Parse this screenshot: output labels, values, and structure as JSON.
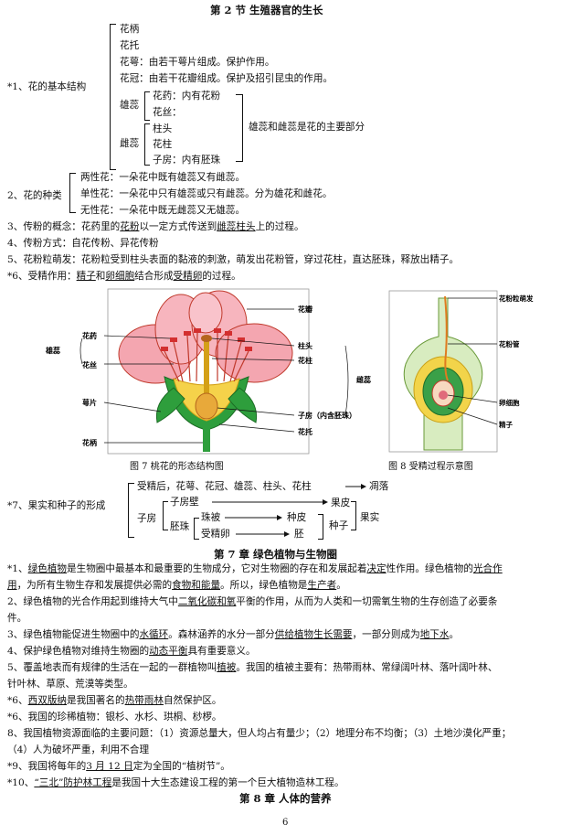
{
  "section_title": "第 2 节   生殖器官的生长",
  "flower_structure": {
    "label": "*1、花的基本结构",
    "items": [
      "花柄",
      "花托",
      "花萼：由若干萼片组成。保护作用。",
      "花冠：由若干花瓣组成。保护及招引昆虫的作用。"
    ],
    "stamen": {
      "label": "雄蕊",
      "parts": [
        "花药：内有花粉",
        "花丝："
      ]
    },
    "pistil": {
      "label": "雌蕊",
      "parts": [
        "柱头",
        "花柱",
        "子房：内有胚珠"
      ]
    },
    "main_parts_note": "雄蕊和雌蕊是花的主要部分"
  },
  "flower_types": {
    "label": "2、花的种类",
    "items": [
      "两性花：一朵花中既有雄蕊又有雌蕊。",
      "单性花：一朵花中只有雄蕊或只有雌蕊。分为雄花和雌花。",
      "无性花：一朵花中既无雌蕊又无雄蕊。"
    ]
  },
  "pollination_concept": {
    "pre": "3、传粉的概念：花药里的",
    "u1": "花粉",
    "mid": "以一定方式传送到",
    "u2": "雌蕊柱头",
    "post": "上的过程。"
  },
  "pollination_methods": "4、传粉方式：自花传粉、异花传粉",
  "germination": "5、花粉粒萌发：花粉粒受到柱头表面的黏液的刺激，萌发出花粉管，穿过花柱，直达胚珠，释放出精子。",
  "fertilization": {
    "pre": "*6、受精作用：",
    "u1": "精子",
    "mid1": "和",
    "u2": "卵细胞",
    "mid2": "结合形成",
    "u3": "受精卵",
    "post": "的过程。"
  },
  "figure7": {
    "caption": "图 7   桃花的形态结构图",
    "labels": {
      "anther": "花药",
      "stamen": "雄蕊",
      "filament": "花丝",
      "sepal": "萼片",
      "pedicel": "花柄",
      "petal": "花瓣",
      "stigma": "柱头",
      "style": "花柱",
      "pistil": "雌蕊",
      "ovary": "子房（内含胚珠）",
      "receptacle": "花托"
    }
  },
  "figure8": {
    "caption": "图 8   受精过程示意图",
    "labels": {
      "pollen_germ": "花粉粒萌发",
      "pollen_tube": "花粉管",
      "egg": "卵细胞",
      "sperm": "精子"
    }
  },
  "fruit_seed": {
    "label": "*7、果实和种子的形成",
    "row1": "受精后，花萼、花冠、雄蕊、柱头、花柱",
    "wilt": "凋落",
    "ovary": "子房",
    "ovary_wall": "子房壁",
    "pericarp": "果皮",
    "fruit": "果实",
    "ovule": "胚珠",
    "integument": "珠被",
    "seed_coat": "种皮",
    "seed": "种子",
    "zygote": "受精卵",
    "embryo": "胚"
  },
  "chapter7_title": "第 7 章   绿色植物与生物圈",
  "ch7": {
    "p1_a": "*1、",
    "p1_u1": "绿色植物",
    "p1_b": "是生物圈中最基本和最重要的生物成分，它对生物圈的存在和发展起着",
    "p1_u2": "决定",
    "p1_c": "性作用。绿色植物的",
    "p1_u3": "光合作",
    "p1_u4": "用",
    "p1_d": "，为所有生物生存和发展提供必需的",
    "p1_u5": "食物和能量",
    "p1_e": "。所以，绿色植物是",
    "p1_u6": "生产者",
    "p1_f": "。",
    "p2_a": "2、绿色植物的光合作用起到维持大气中",
    "p2_u1": "二氧化碳和氧",
    "p2_b": "平衡的作用，从而为人类和一切需氧生物的生存创造了必要条",
    "p2_c": "件。",
    "p3_a": "3、绿色植物能促进生物圈中的",
    "p3_u1": "水循环",
    "p3_b": "。森林涵养的水分一部分",
    "p3_u2": "供给植物生长需要",
    "p3_c": "，一部分则成为",
    "p3_u3": "地下水",
    "p3_d": "。",
    "p4_a": "4、保护绿色植物对维持生物圈的",
    "p4_u1": "动态平衡",
    "p4_b": "具有重要意义。",
    "p5_a": "5、覆盖地表而有规律的生活在一起的一群植物叫",
    "p5_u1": "植被",
    "p5_b": "。我国的植被主要有：热带雨林、常绿阔叶林、落叶阔叶林、",
    "p5_c": "针叶林、草原、荒漠等类型。",
    "p6_a": "*6、",
    "p6_u1": "西双版纳",
    "p6_b": "是我国著名的",
    "p6_u2": "热带雨林",
    "p6_c": "自然保护区。",
    "p7": "*6、我国的珍稀植物：银杉、水杉、珙桐、桫椤。",
    "p8_a": "8、我国植物资源面临的主要问题：（1）资源总量大，但人均占有量少；（2）地理分布不均衡；（3）土地沙漠化严重；",
    "p8_b": "（4）人为破坏严重，利用不合理",
    "p9_a": "*9、我国将每年的",
    "p9_u1": "3 月 12 日",
    "p9_b": "定为全国的“植树节”。",
    "p10_a": "*10、",
    "p10_u1": "“三北”防护林工程",
    "p10_b": "是我国十大生态建设工程的第一个巨大植物造林工程。"
  },
  "chapter8_title": "第 8 章   人体的营养",
  "page_number": "6"
}
